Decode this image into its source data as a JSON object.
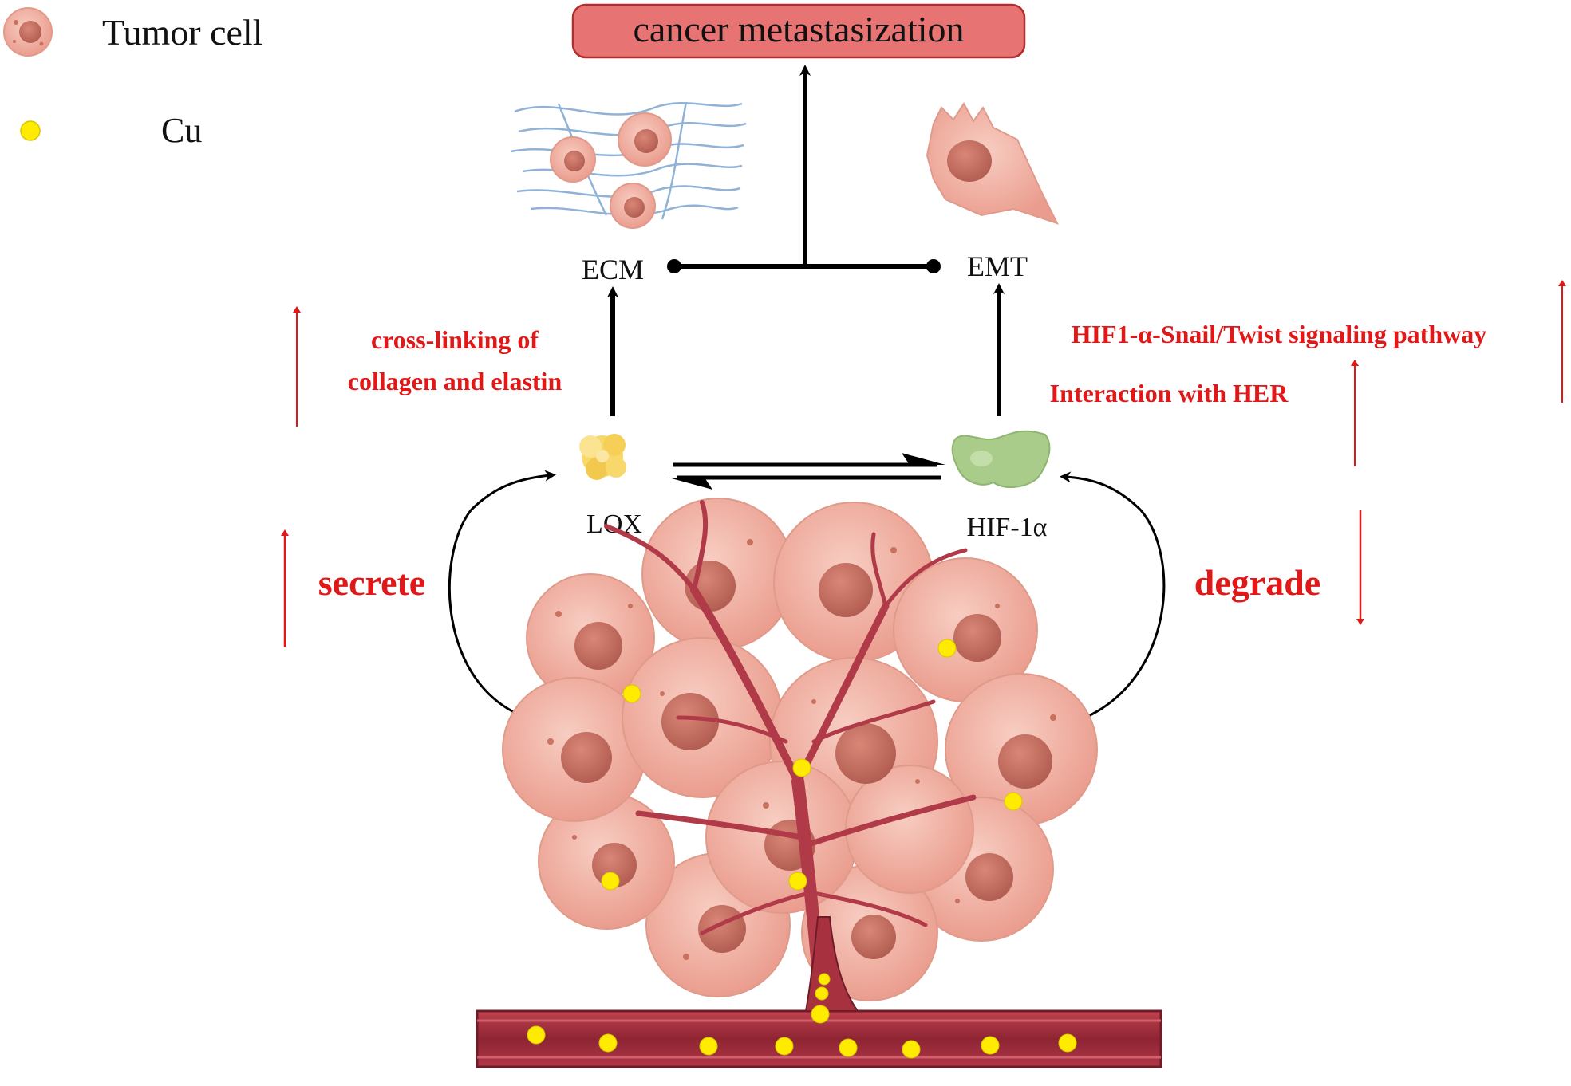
{
  "legend": {
    "tumor_cell": "Tumor cell",
    "cu": "Cu"
  },
  "outcome": "cancer metastasization",
  "nodes": {
    "ecm": "ECM",
    "emt": "EMT",
    "lox": "LOX",
    "hif": "HIF-1α"
  },
  "annotations": {
    "crosslink_line1": "cross-linking of",
    "crosslink_line2": "collagen and elastin",
    "hif_pathway": "HIF1-α-Snail/Twist signaling pathway",
    "her": "Interaction with HER",
    "secrete": "secrete",
    "degrade": "degrade"
  },
  "colors": {
    "annotation_red": "#e01818",
    "outcome_fill": "#e87373",
    "cu_yellow": "#ffeb00",
    "tumor_pink": "#f1b2a4",
    "vessel": "#9b2d3b",
    "lox_yellow": "#f8d86a",
    "hif_green": "#a9cc8a"
  }
}
